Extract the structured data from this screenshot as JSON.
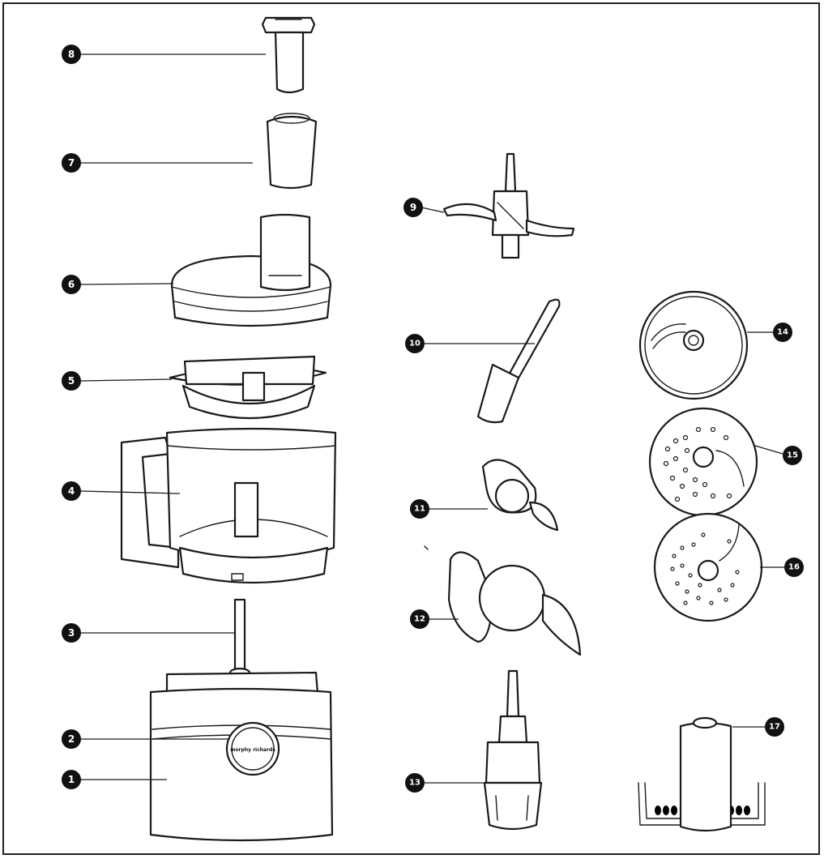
{
  "brand_text": "morphy richards",
  "parts": [
    {
      "number": "1"
    },
    {
      "number": "2"
    },
    {
      "number": "3"
    },
    {
      "number": "4"
    },
    {
      "number": "5"
    },
    {
      "number": "6"
    },
    {
      "number": "7"
    },
    {
      "number": "8"
    },
    {
      "number": "9"
    },
    {
      "number": "10"
    },
    {
      "number": "11"
    },
    {
      "number": "12"
    },
    {
      "number": "13"
    },
    {
      "number": "14"
    },
    {
      "number": "15"
    },
    {
      "number": "16"
    },
    {
      "number": "17"
    }
  ]
}
